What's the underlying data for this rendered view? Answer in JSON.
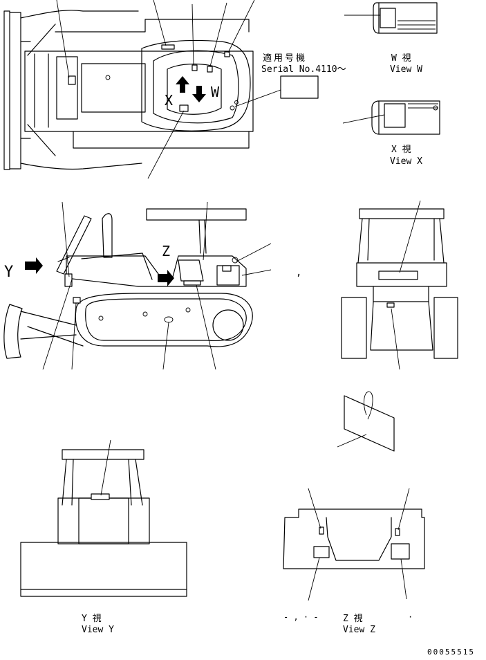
{
  "serial_block": {
    "applicable_jp": "適用号機",
    "serial": "Serial No.4110～"
  },
  "views": {
    "w": {
      "jp": "W 視",
      "en": "View W"
    },
    "x": {
      "jp": "X 視",
      "en": "View X"
    },
    "y": {
      "jp": "Y 視",
      "en": "View Y"
    },
    "z": {
      "jp": "Z 視",
      "en": "View Z"
    }
  },
  "callouts": {
    "w": "W",
    "x": "X",
    "y": "Y",
    "z": "Z"
  },
  "marks": {
    "comma": ",",
    "z_prefix": "- , · -",
    "z_suffix": "·"
  },
  "drawing_number": "00055515"
}
